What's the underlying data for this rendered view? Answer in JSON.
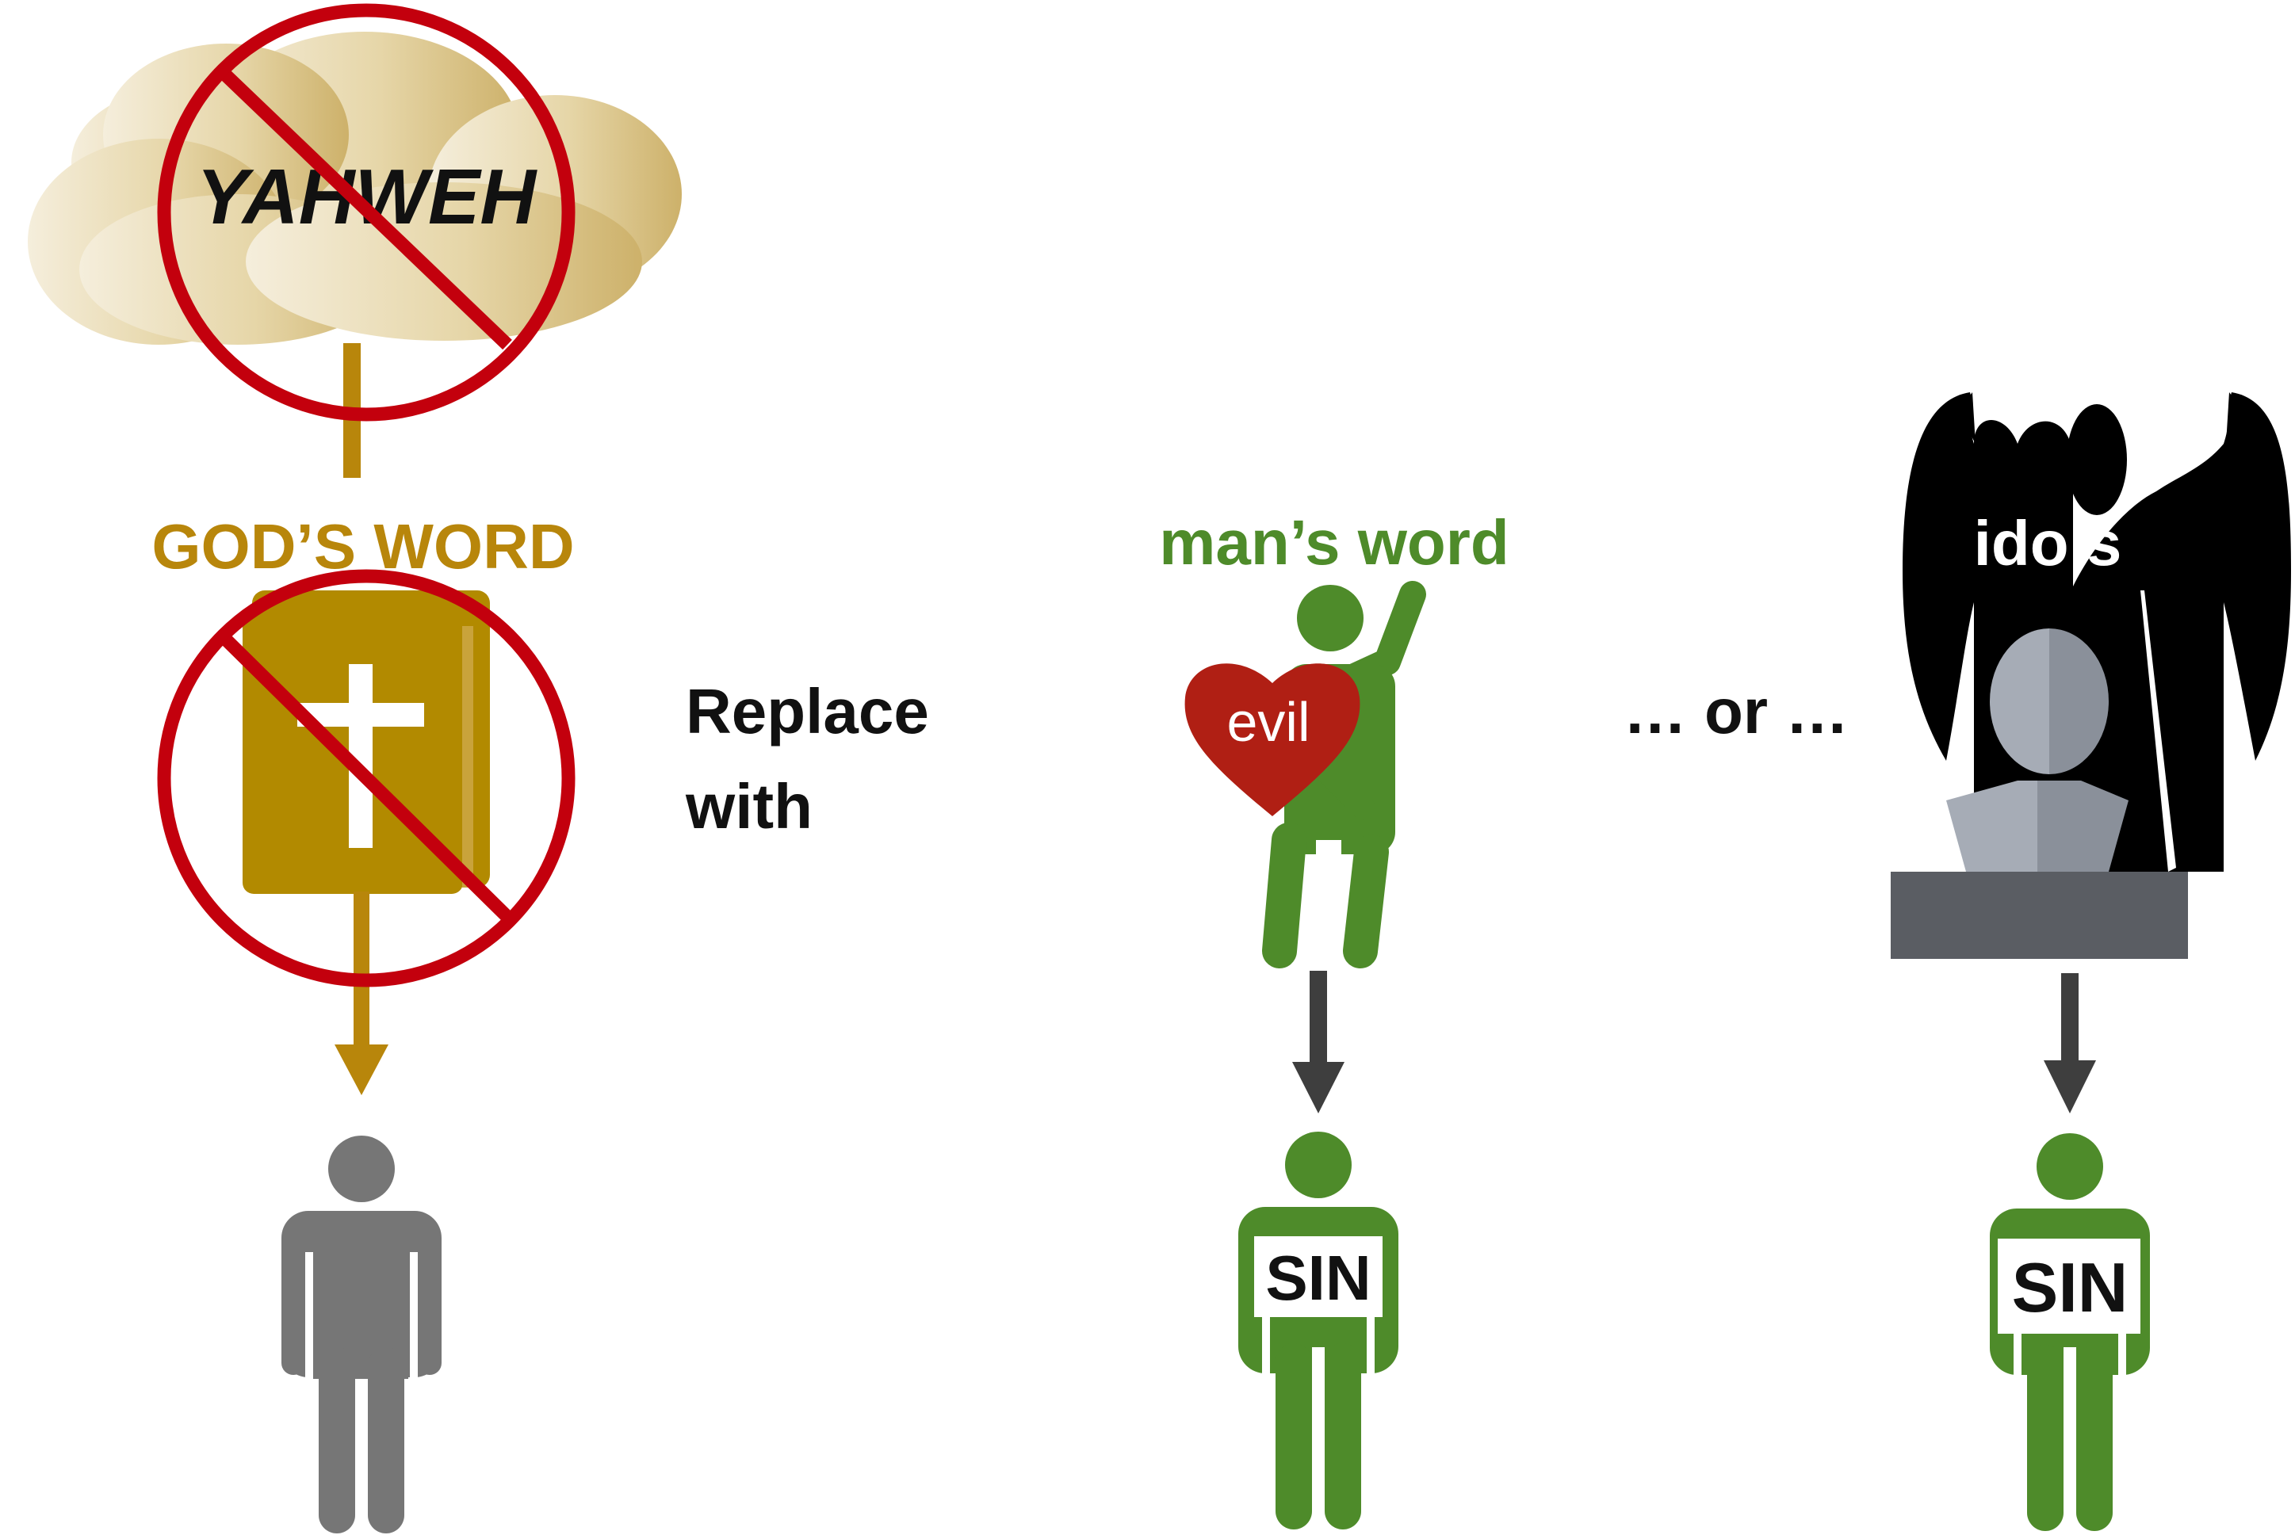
{
  "colors": {
    "gold": "#B8860B",
    "bible_gold": "#B28A00",
    "prohibit_red": "#C3000D",
    "green": "#4E8B2A",
    "gray_person": "#767676",
    "heart_red": "#B01F14",
    "dark_arrow": "#3E3E3E",
    "idol_black": "#000000",
    "bust_gray": "#9AA0AA",
    "pedestal": "#5A5D63"
  },
  "left": {
    "cloud_text": "YAHWEH",
    "gods_word": "GOD’S WORD"
  },
  "middle": {
    "replace_line1": "Replace",
    "replace_line2": "with",
    "mans_word": "man’s word",
    "heart_text": "evil",
    "sin_label": "SIN"
  },
  "right": {
    "or_text": "… or …",
    "idols_text": "idols",
    "sin_label": "SIN"
  }
}
